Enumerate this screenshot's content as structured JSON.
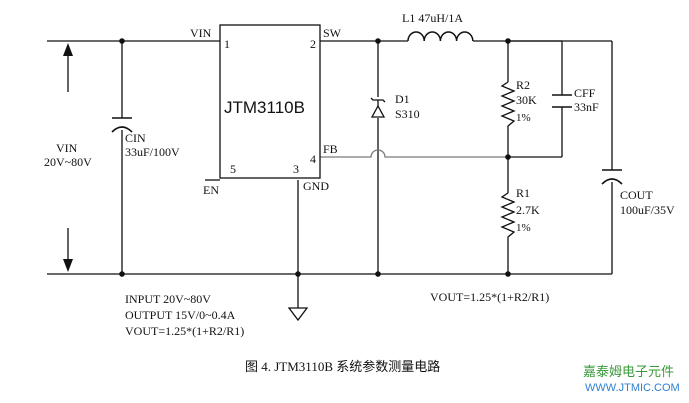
{
  "chip": {
    "name": "JTM3110B",
    "pins": {
      "vin_name": "VIN",
      "vin_num": "1",
      "sw_name": "SW",
      "sw_num": "2",
      "fb_name": "FB",
      "fb_num": "4",
      "en_name": "EN",
      "en_num": "5",
      "gnd_name": "GND",
      "gnd_num": "3"
    }
  },
  "input": {
    "label": "VIN",
    "range": "20V~80V"
  },
  "components": {
    "cin": {
      "ref": "CIN",
      "value": "33uF/100V"
    },
    "l1": {
      "label": "L1 47uH/1A"
    },
    "d1": {
      "ref": "D1",
      "value": "S310"
    },
    "r2": {
      "ref": "R2",
      "value": "30K",
      "tol": "1%"
    },
    "cff": {
      "ref": "CFF",
      "value": "33nF"
    },
    "r1": {
      "ref": "R1",
      "value": "2.7K",
      "tol": "1%"
    },
    "cout": {
      "ref": "COUT",
      "value": "100uF/35V"
    }
  },
  "notes": {
    "input": "INPUT 20V~80V",
    "output": "OUTPUT 15V/0~0.4A",
    "vout_left": "VOUT=1.25*(1+R2/R1)",
    "vout_right": "VOUT=1.25*(1+R2/R1)"
  },
  "caption": "图 4. JTM3110B 系统参数测量电路",
  "watermark": {
    "line1": "嘉泰姆电子元件",
    "line2": "WWW.JTMIC.COM"
  }
}
